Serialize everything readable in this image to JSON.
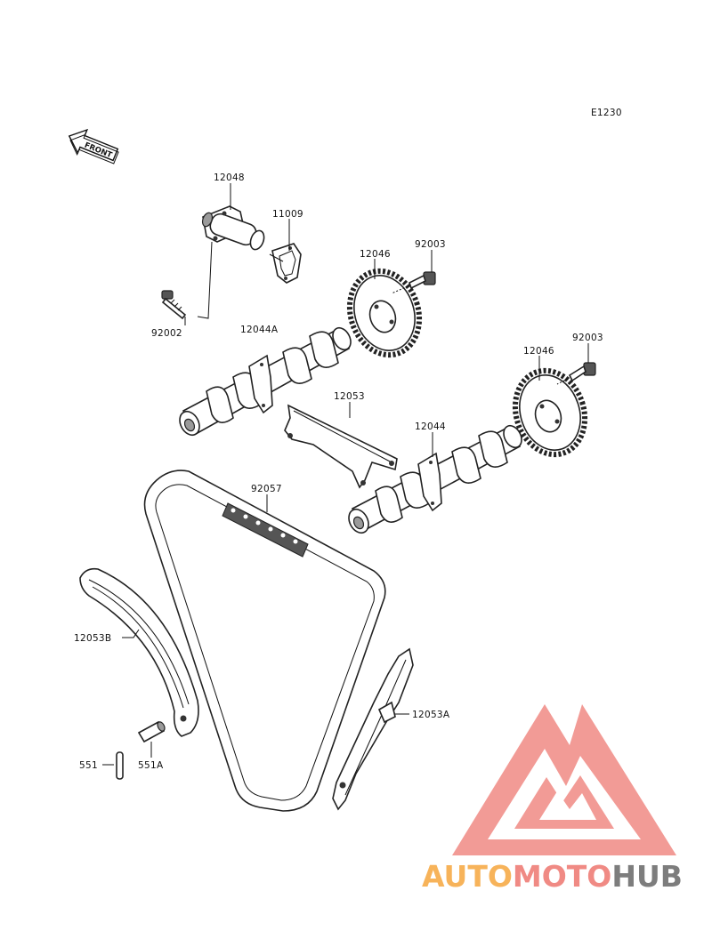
{
  "diagram": {
    "ref_code": "E1230",
    "front_label": "FRONT",
    "parts": {
      "p12048": "12048",
      "p11009": "11009",
      "p92002": "92002",
      "p12044A": "12044A",
      "p12046_top": "12046",
      "p92003_top": "92003",
      "p12046_right": "12046",
      "p92003_right": "92003",
      "p12053": "12053",
      "p12044": "12044",
      "p92057": "92057",
      "p12053B": "12053B",
      "p12053A": "12053A",
      "p551": "551",
      "p551A": "551A"
    }
  },
  "watermark": {
    "word_part1": "AUTO",
    "word_part2": "MOTO",
    "word_part3": "HUB",
    "color_part1": "#f7b35a",
    "color_part2": "#f08a84",
    "color_part3": "#7d7d7d",
    "logo_color": "#f08a84"
  }
}
